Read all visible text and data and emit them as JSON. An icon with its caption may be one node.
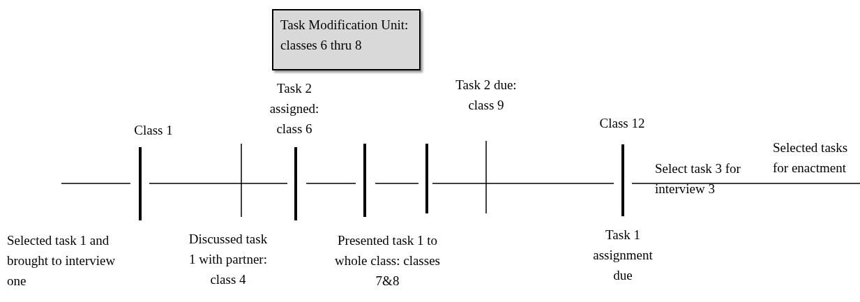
{
  "diagram": {
    "nodes": [
      {
        "text": [
          "Task Modification Unit: classes 6 thru 8"
        ]
      }
    ],
    "labels": [
      "Task 2 assigned: class 6",
      "Task 2 due: class 9",
      "Class 1",
      "Class 12",
      "Selected tasks for enactment",
      "Select task 3 for interview 3",
      "Selected task 1 and brought to interview one",
      "Discussed task 1 with partner: class 4",
      "Presented task 1 to whole class: classes 7&8",
      "Task 1 assignment due"
    ]
  }
}
